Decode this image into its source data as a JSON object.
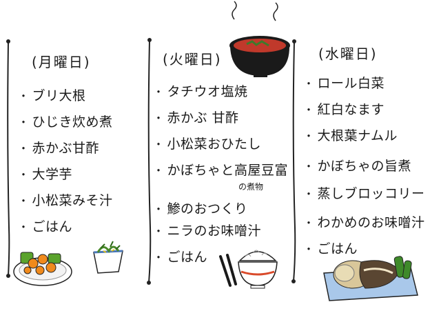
{
  "columns": [
    {
      "day": "(月曜日)",
      "items": [
        "ブリ大根",
        "ひじき炊め煮",
        "赤かぶ甘酢",
        "大学芋",
        "小松菜みそ汁",
        "ごはん"
      ]
    },
    {
      "day": "(火曜日)",
      "items": [
        "タチウオ塩焼",
        "赤かぶ 甘酢",
        "小松菜おひたし",
        "かぼちゃと高屋豆富",
        "鯵のおつくり",
        "ニラのお味噌汁",
        "ごはん"
      ],
      "note": "の煮物"
    },
    {
      "day": "(水曜日)",
      "items": [
        "ロール白菜",
        "紅白なます",
        "大根葉ナムル",
        "かぼちゃの旨煮",
        "蒸しブロッコリー",
        "わかめのお味噌汁",
        "ごはん"
      ]
    }
  ],
  "illustrations": [
    "miso-soup-bowl",
    "sweet-potato-plate",
    "side-dish-cup",
    "chopsticks",
    "rice-bowl",
    "fish-plate"
  ]
}
